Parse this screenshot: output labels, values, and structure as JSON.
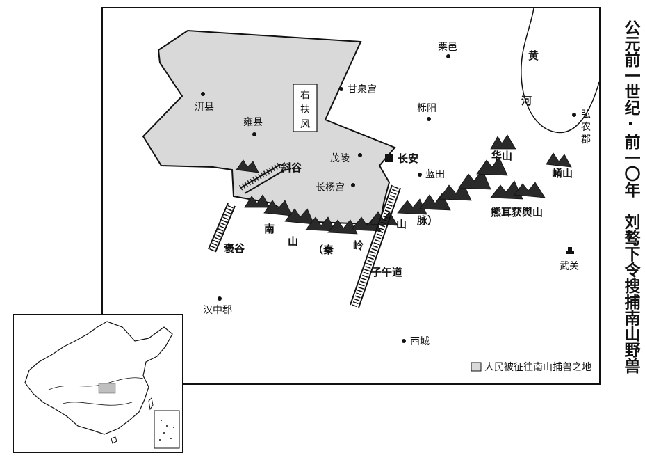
{
  "title": "公元前一世纪·前一〇年　刘骜下令搜捕南山野兽",
  "legend": {
    "label": "人民被征往南山捕兽之地",
    "swatch_color": "#d9d9d9"
  },
  "region_label": [
    "右",
    "扶",
    "风"
  ],
  "places": {
    "liyi": "栗邑",
    "ganquangong": "甘泉宫",
    "qianxian": "汧县",
    "yongxian": "雍县",
    "liyang": "栎阳",
    "maoling": "茂陵",
    "changan": "长安",
    "lantian": "蓝田",
    "changyanggong": "长杨宫",
    "hongnongjun": [
      "弘",
      "农",
      "郡"
    ],
    "hanzhongjun": "汉中郡",
    "xicheng": "西城",
    "wuguan": "武关"
  },
  "features": {
    "huanghe": [
      "黄",
      "河"
    ],
    "huashan": "华山",
    "xiaoshan": "崤山",
    "xiongerfuyushan": "熊耳获舆山",
    "xiegu": "斜谷",
    "baogu": "褒谷",
    "ziwudao": "子午道",
    "nanshan_range": [
      "南",
      "山",
      "（秦",
      "岭",
      "山",
      "脉）"
    ]
  },
  "colors": {
    "region_fill": "#d9d9d9",
    "ink": "#111111",
    "background": "#ffffff"
  }
}
